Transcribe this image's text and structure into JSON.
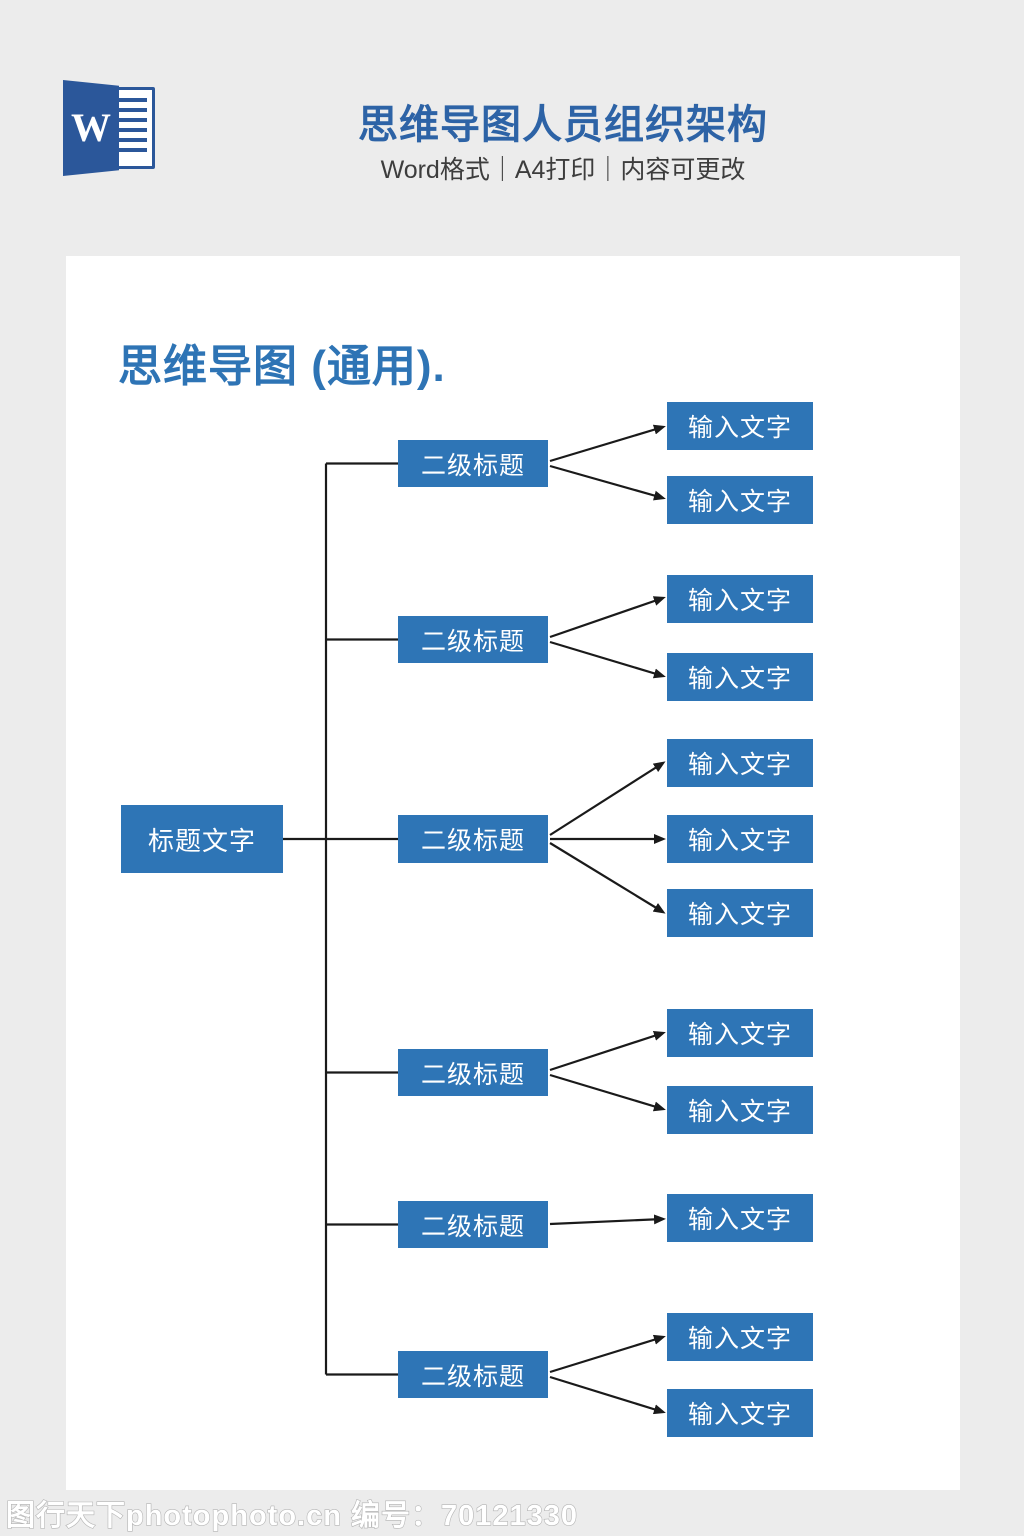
{
  "header": {
    "title": "思维导图人员组织架构",
    "subtitle": "Word格式｜A4打印｜内容可更改",
    "icon": "word-icon",
    "icon_letter": "W"
  },
  "page": {
    "heading": "思维导图 (通用)."
  },
  "diagram": {
    "root_label": "标题文字",
    "groups": [
      {
        "label": "二级标题",
        "children": [
          "输入文字",
          "输入文字"
        ]
      },
      {
        "label": "二级标题",
        "children": [
          "输入文字",
          "输入文字"
        ]
      },
      {
        "label": "二级标题",
        "children": [
          "输入文字",
          "输入文字",
          "输入文字"
        ]
      },
      {
        "label": "二级标题",
        "children": [
          "输入文字",
          "输入文字"
        ]
      },
      {
        "label": "二级标题",
        "children": [
          "输入文字"
        ]
      },
      {
        "label": "二级标题",
        "children": [
          "输入文字",
          "输入文字"
        ]
      }
    ]
  },
  "footer": {
    "watermark": "图行天下photophoto.cn 编号：70121330"
  },
  "colors": {
    "node_blue": "#2e75b6",
    "header_title_blue": "#2d63a6",
    "heading_blue": "#2e74b5",
    "word_brand_blue": "#2b579a",
    "connector_black": "#1a1a1a",
    "background_gray": "#ececec"
  }
}
